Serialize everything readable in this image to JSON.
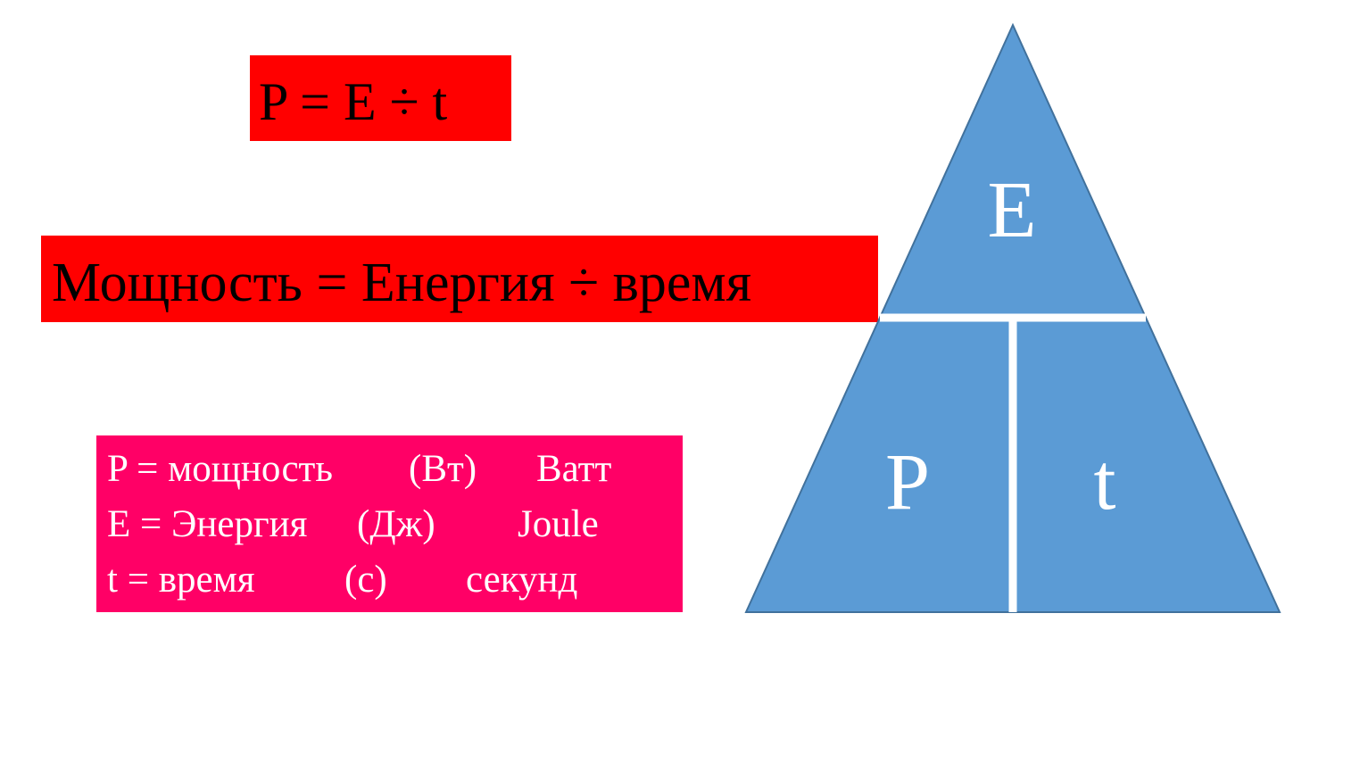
{
  "formula_symbols": {
    "text": "P = E ÷ t",
    "bg_color": "#ff0000"
  },
  "formula_words": {
    "text": "Мощность  = Енергия ÷ время",
    "bg_color": "#ff0000"
  },
  "legend": {
    "bg_color": "#ff0066",
    "rows": [
      {
        "definition": "P = мощность",
        "unit": "(Вт)",
        "unit_name": "Ватт"
      },
      {
        "definition": "E = Энергия",
        "unit": "(Дж)",
        "unit_name": "Joule"
      },
      {
        "definition": "t = время",
        "unit": "(с)",
        "unit_name": "секунд"
      }
    ]
  },
  "triangle": {
    "fill_color": "#5b9bd5",
    "stroke_color": "#41719c",
    "top_label": "E",
    "bottom_left_label": "P",
    "bottom_right_label": "t"
  }
}
